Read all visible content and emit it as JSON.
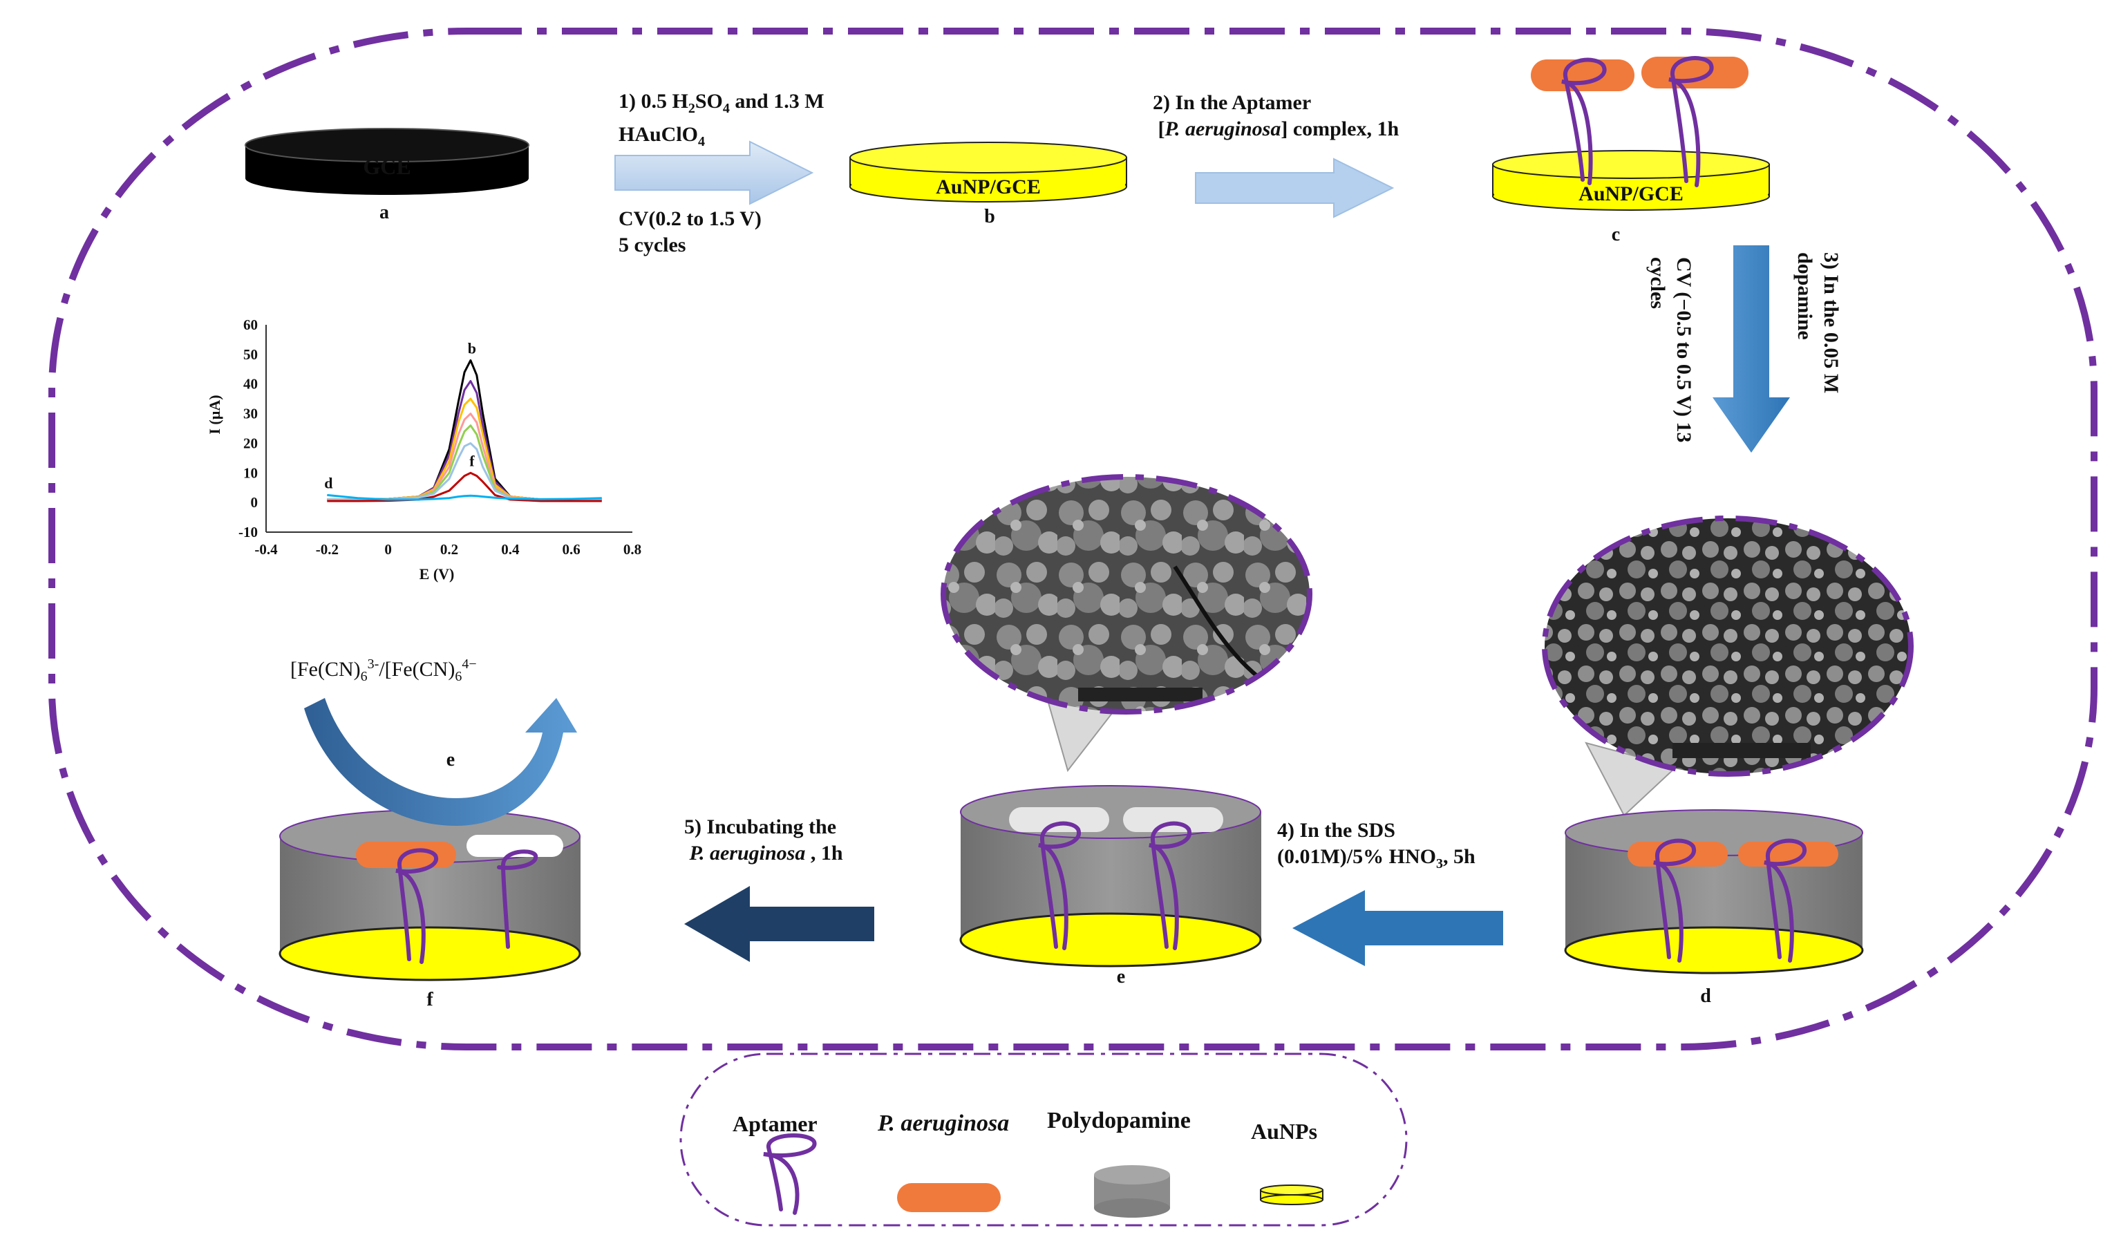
{
  "colors": {
    "purple": "#7030a0",
    "gold": "#ffff00",
    "gray": "#8c8c8c",
    "orange": "#f07a3c",
    "dark_navy": "#1f3f66",
    "blue": "#2e75b6",
    "light_blue": "#bdd7ee"
  },
  "icons": [
    "bare-gce-electrode-icon",
    "aunp-gce-electrode-icon",
    "aptamer-icon",
    "p-aeruginosa-icon",
    "polydopamine-icon",
    "aunps-icon",
    "sem-image-icon",
    "process-arrow-icon",
    "redox-curved-arrow-icon"
  ],
  "labels": {
    "gce": "GCE",
    "aunp_gce_b": "AuNP/GCE",
    "aunp_gce_c": "AuNP/GCE",
    "a": "a",
    "b": "b",
    "c": "c",
    "d": "d",
    "e": "e",
    "e_redox": "e",
    "f": "f"
  },
  "steps": {
    "step1_line1_pre": "1) 0.5 H",
    "step1_line1_sub1": "2",
    "step1_line1_mid": "SO",
    "step1_line1_sub2": "4",
    "step1_line1_post": " and 1.3 M",
    "step1_line2": "HAuClO",
    "step1_line2_sub": "4",
    "step1_cv_line1": "CV(0.2 to 1.5 V)",
    "step1_cv_line2": "5 cycles",
    "step2_line1": "2) In the Aptamer",
    "step2_line2_open": "[",
    "step2_line2_species": "P. aeruginosa",
    "step2_line2_close": "] complex, 1h",
    "step3_line1": "3) In the 0.05 M",
    "step3_line2": "dopamine",
    "step3_line3": "CV (−0.5 to 0.5 V) 13",
    "step3_line4": "cycles",
    "step4_line1": "4) In the SDS",
    "step4_line2": "(0.01M)/5% HNO",
    "step4_line2_sub": "3",
    "step4_line2_post": ", 5h",
    "step5_line1": "5) Incubating the",
    "step5_line2_species": "P. aeruginosa",
    "step5_line2_post": " , 1h",
    "redox_a": "[Fe(CN)",
    "redox_a_sub": "6",
    "redox_a_sup": "3-",
    "redox_sep": "/[Fe(CN)",
    "redox_b_sub": "6",
    "redox_b_sup": "4−"
  },
  "legend": {
    "aptamer": "Aptamer",
    "p_aeruginosa": "P. aeruginosa",
    "polydopamine": "Polydopamine",
    "aunps": "AuNPs"
  },
  "chart_data": {
    "type": "line",
    "title": "",
    "xlabel": "E (V)",
    "ylabel": "I (µA)",
    "xlim": [
      -0.4,
      0.8
    ],
    "ylim": [
      -10,
      60
    ],
    "xticks": [
      "-0.4",
      "-0.2",
      "0",
      "0.2",
      "0.4",
      "0.6",
      "0.8"
    ],
    "yticks": [
      "60",
      "50",
      "40",
      "30",
      "20",
      "10",
      "0",
      "-10"
    ],
    "x": [
      -0.2,
      -0.1,
      0.0,
      0.1,
      0.15,
      0.2,
      0.23,
      0.25,
      0.27,
      0.29,
      0.31,
      0.35,
      0.4,
      0.5,
      0.6,
      0.7
    ],
    "series": [
      {
        "name": "b",
        "color": "#000000",
        "values": [
          1,
          1,
          1.2,
          2,
          5,
          18,
          34,
          44,
          48,
          43,
          30,
          8,
          2,
          1,
          1,
          1
        ]
      },
      {
        "name": "",
        "color": "#7030a0",
        "values": [
          1,
          1,
          1.2,
          2,
          5,
          16,
          30,
          38,
          41,
          37,
          26,
          7,
          2,
          1,
          1,
          1
        ]
      },
      {
        "name": "",
        "color": "#ffc000",
        "values": [
          1,
          1,
          1.2,
          2,
          4.5,
          14,
          27,
          33,
          35,
          32,
          23,
          6,
          2,
          1,
          1,
          1
        ]
      },
      {
        "name": "",
        "color": "#ff9999",
        "values": [
          1,
          1,
          1.1,
          1.8,
          4,
          12,
          23,
          28,
          30,
          27,
          19,
          5,
          1.8,
          1,
          1,
          1
        ]
      },
      {
        "name": "",
        "color": "#92d050",
        "values": [
          1,
          1,
          1.1,
          1.7,
          3.5,
          10,
          19,
          24,
          26,
          23,
          16,
          4.5,
          1.6,
          1,
          1,
          1
        ]
      },
      {
        "name": "",
        "color": "#9dc3e6",
        "values": [
          1,
          1,
          1.1,
          1.6,
          3,
          8,
          15,
          19,
          20,
          18,
          12,
          4,
          1.5,
          1,
          1,
          1
        ]
      },
      {
        "name": "f",
        "color": "#c00000",
        "values": [
          0.5,
          0.5,
          0.6,
          1,
          2,
          4,
          7,
          9,
          10,
          9,
          7,
          2.5,
          1,
          0.5,
          0.5,
          0.5
        ]
      },
      {
        "name": "d",
        "color": "#00b0f0",
        "values": [
          2.5,
          1.5,
          1,
          1,
          1.2,
          1.5,
          2,
          2.2,
          2.3,
          2.2,
          2,
          1.6,
          1.3,
          1.1,
          1.2,
          1.5
        ]
      }
    ]
  }
}
